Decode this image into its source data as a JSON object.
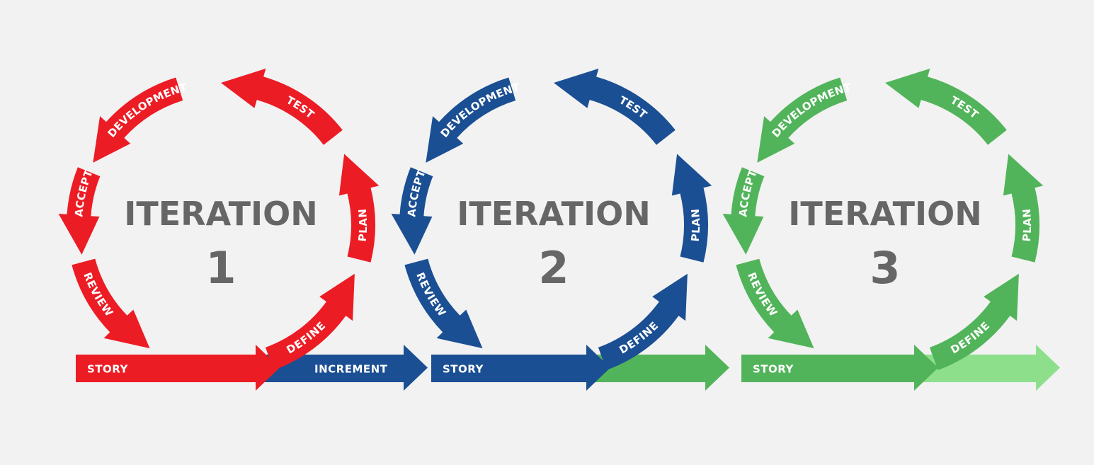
{
  "colors": {
    "background": "#f2f2f2",
    "red": "#ec1c24",
    "blue": "#1b4f93",
    "green": "#52b45a",
    "light_green": "#8ddf8c",
    "title_text": "#666666"
  },
  "iterations": [
    {
      "title": "ITERATION",
      "number": "1",
      "color": "#ec1c24",
      "steps": [
        "DEVELOPMENT",
        "TEST",
        "PLAN",
        "DEFINE",
        "REVIEW",
        "ACCEPT"
      ],
      "story_label": "STORY",
      "output_label": "INCREMENT",
      "output_color": "#1b4f93"
    },
    {
      "title": "ITERATION",
      "number": "2",
      "color": "#1b4f93",
      "steps": [
        "DEVELOPMENT",
        "TEST",
        "PLAN",
        "DEFINE",
        "REVIEW",
        "ACCEPT"
      ],
      "story_label": "STORY",
      "output_label": "",
      "output_color": "#52b45a"
    },
    {
      "title": "ITERATION",
      "number": "3",
      "color": "#52b45a",
      "steps": [
        "DEVELOPMENT",
        "TEST",
        "PLAN",
        "DEFINE",
        "REVIEW",
        "ACCEPT"
      ],
      "story_label": "STORY",
      "output_label": "",
      "output_color": "#8ddf8c"
    }
  ]
}
